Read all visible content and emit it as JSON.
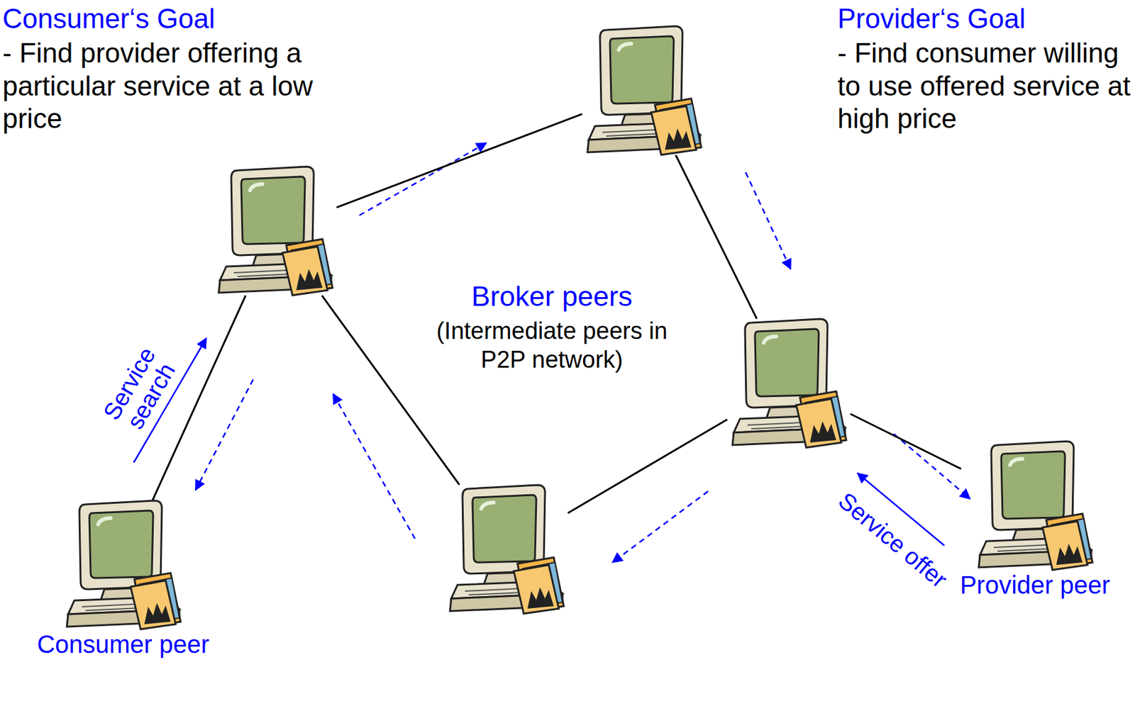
{
  "diagram": {
    "nodes": [
      {
        "text": [
          "Consumer peer"
        ]
      },
      {
        "text": []
      },
      {
        "text": []
      },
      {
        "text": []
      },
      {
        "text": []
      },
      {
        "text": [
          "Provider peer"
        ]
      }
    ],
    "edges": [
      {
        "from": 0,
        "to": 1,
        "arrow": "none"
      },
      {
        "from": 1,
        "to": 2,
        "arrow": "none"
      },
      {
        "from": 2,
        "to": 3,
        "arrow": "none"
      },
      {
        "from": 3,
        "to": 5,
        "arrow": "none"
      },
      {
        "from": 3,
        "to": 4,
        "arrow": "none"
      },
      {
        "from": 4,
        "to": 1,
        "arrow": "none"
      }
    ],
    "labels": [
      "Consumer‘s Goal",
      "- Find provider offering a particular service at a low price",
      "Provider‘s Goal",
      "- Find consumer willing to use offered service at high price",
      "Broker peers",
      "(Intermediate peers in P2P network)",
      "Service search",
      "Service offer"
    ]
  }
}
